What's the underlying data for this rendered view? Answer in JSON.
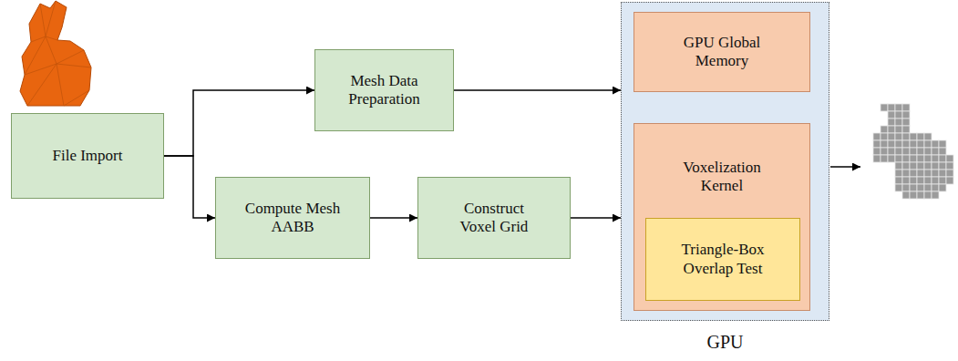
{
  "diagram": {
    "nodes": [
      {
        "text": [
          "File Import"
        ]
      },
      {
        "text": [
          "Mesh Data Preparation"
        ]
      },
      {
        "text": [
          "Compute Mesh AABB"
        ]
      },
      {
        "text": [
          "Construct Voxel Grid"
        ]
      },
      {
        "text": [
          "GPU"
        ]
      },
      {
        "text": [
          "GPU Global Memory"
        ],
        "in": 4
      },
      {
        "text": [
          "Voxelization Kernel"
        ],
        "in": 4
      },
      {
        "text": [
          "Triangle-Box Overlap Test"
        ],
        "in": 6
      }
    ],
    "edges": [
      {
        "from": 0,
        "to": 1,
        "arrow": "to"
      },
      {
        "from": 0,
        "to": 2,
        "arrow": "to"
      },
      {
        "from": 1,
        "to": 4,
        "arrow": "to"
      },
      {
        "from": 2,
        "to": 3,
        "arrow": "to"
      },
      {
        "from": 3,
        "to": 4,
        "arrow": "to"
      },
      {
        "from": 5,
        "to": 6,
        "arrow": "both"
      }
    ]
  }
}
